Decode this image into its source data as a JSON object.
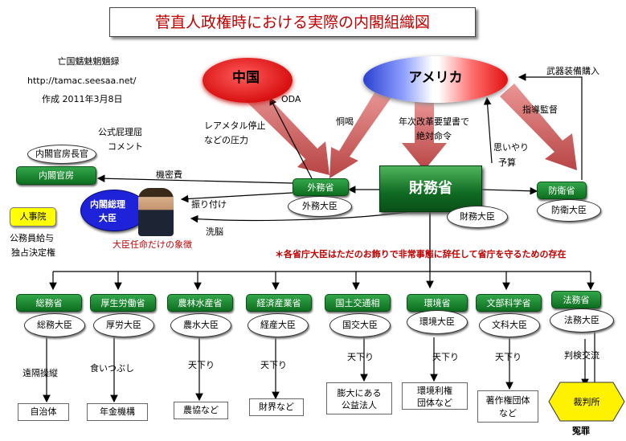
{
  "title": "菅直人政権時における実際の内閣組織図",
  "author": {
    "name": "亡国魑魅魍魎録",
    "url": "http://tamac.seesaa.net/",
    "date": "作成 2011年3月8日"
  },
  "nodes": {
    "china": "中国",
    "america": "アメリカ",
    "mof": "財務省",
    "mofa": "外務省",
    "mofa_minister": "外務大臣",
    "mof_minister": "財務大臣",
    "mod": "防衛省",
    "mod_minister": "防衛大臣",
    "cabinet_office": "内閣官房",
    "chief_cabinet_secretary": "内閣官房長官",
    "pm_line1": "内閣総理",
    "pm_line2": "大臣",
    "jinjiin": "人事院"
  },
  "labels": {
    "koushiki_1": "公式屁理屈",
    "koushiki_2": "コメント",
    "kimitsuhi": "機密費",
    "furitsuke": "振り付け",
    "sennou": "洗脳",
    "pm_caption": "大臣任命だけの象徴",
    "jinjiin_desc_1": "公務員給与",
    "jinjiin_desc_2": "独占決定権",
    "rare_metal_1": "レアメタル停止",
    "rare_metal_2": "などの圧力",
    "oda": "ODA",
    "doukatsu": "恫喝",
    "nenji_1": "年次改革要望書で",
    "nenji_2": "絶対命令",
    "omoiyari_1": "思いやり",
    "omoiyari_2": "予算",
    "shidou": "指導監督",
    "buki": "武器装備購入",
    "note": "＊各省庁大臣はただのお飾りで非常事態に辞任して省庁を守るための存在",
    "enzai": "冤罪"
  },
  "ministries": [
    {
      "name": "総務省",
      "minister": "総務大臣",
      "action": "遠隔操縦",
      "target": "自治体"
    },
    {
      "name": "厚生労働省",
      "minister": "厚労大臣",
      "action": "食いつぶし",
      "target": "年金機構"
    },
    {
      "name": "農林水産省",
      "minister": "農水大臣",
      "action": "天下り",
      "target": "農協など"
    },
    {
      "name": "経済産業省",
      "minister": "経産大臣",
      "action": "天下り",
      "target": "財界など"
    },
    {
      "name": "国土交通相",
      "minister": "国交大臣",
      "action": "天下り",
      "target_1": "膨大にある",
      "target_2": "公益法人"
    },
    {
      "name": "環境省",
      "minister": "環境大臣",
      "action": "天下り",
      "target_1": "環境利権",
      "target_2": "団体など"
    },
    {
      "name": "文部科学省",
      "minister": "文科大臣",
      "action": "天下り",
      "target_1": "著作権団体",
      "target_2": "など"
    },
    {
      "name": "法務省",
      "minister": "法務大臣",
      "action": "判検交流",
      "target": "裁判所"
    }
  ]
}
